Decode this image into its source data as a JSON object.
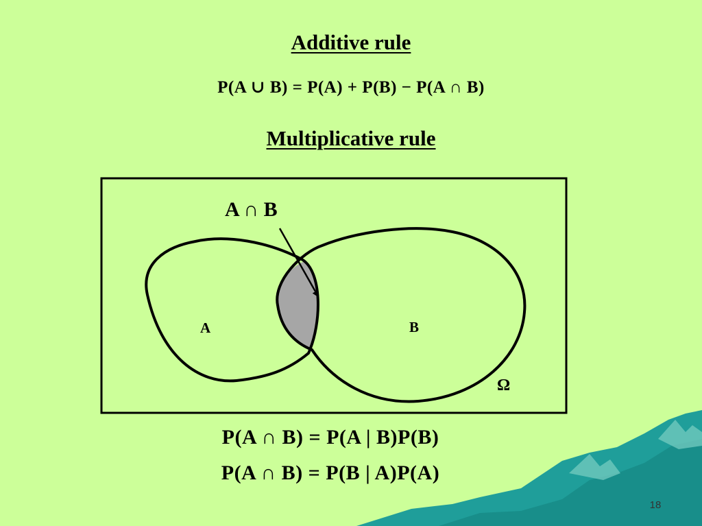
{
  "colors": {
    "background": "#ccff99",
    "intersection_fill": "#a6a6a6",
    "mountain": "#1f9e9a",
    "mountain_light": "#6fc8bd"
  },
  "headings": {
    "additive": "Additive rule",
    "multiplicative": "Multiplicative rule"
  },
  "formulas": {
    "additive": "P(A ∪ B) = P(A) + P(B) − P(A ∩ B)",
    "conditional_1": "P(A ∩ B) = P(A | B)P(B)",
    "conditional_2": "P(A ∩ B) = P(B | A)P(A)"
  },
  "diagram": {
    "intersection_label": "A ∩ B",
    "set_a_label": "A",
    "set_b_label": "B",
    "sample_space_label": "Ω"
  },
  "page_number": "18"
}
